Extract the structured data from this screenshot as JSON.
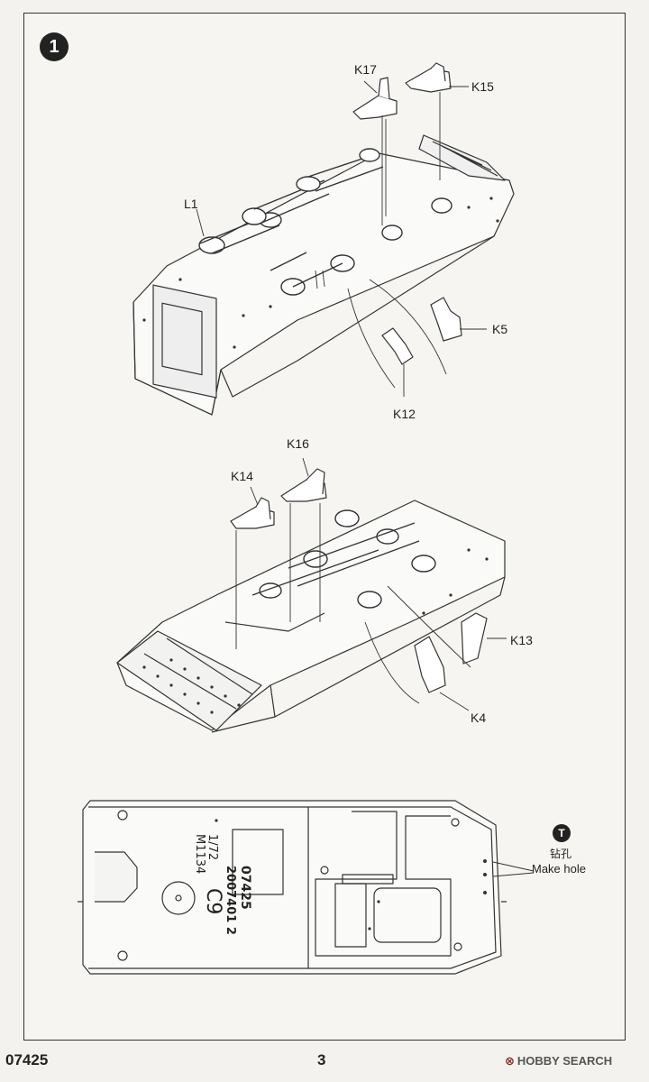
{
  "step": {
    "number": "1"
  },
  "upper_assembly": {
    "labels": {
      "k17": "K17",
      "k15": "K15",
      "l1": "L1",
      "k5": "K5",
      "k12": "K12"
    }
  },
  "lower_assembly": {
    "labels": {
      "k16": "K16",
      "k14": "K14",
      "k13": "K13",
      "k4": "K4"
    }
  },
  "bottom_plate": {
    "engraving": {
      "line1": "1/72",
      "line2": "M1134",
      "line3": "07425",
      "line4": "2007401 2",
      "line5": "C9"
    }
  },
  "legend": {
    "icon_symbol": "T",
    "chinese": "钻孔",
    "english": "Make hole"
  },
  "footer": {
    "code": "07425",
    "page": "3",
    "watermark": "HOBBY SEARCH"
  }
}
